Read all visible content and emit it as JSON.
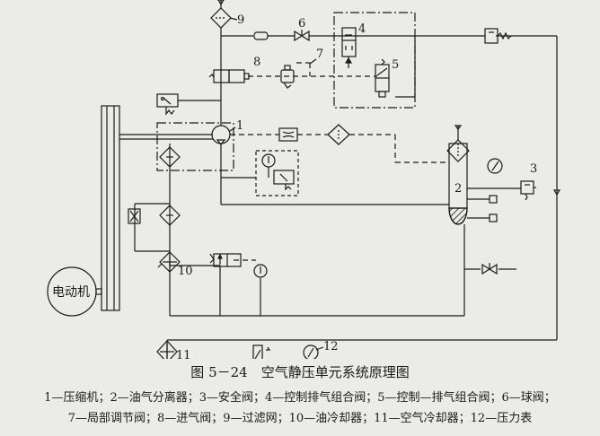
{
  "diagram": {
    "motor_label": "电动机",
    "component_numbers": [
      "1",
      "2",
      "3",
      "4",
      "5",
      "6",
      "7",
      "8",
      "9",
      "10",
      "11",
      "12"
    ]
  },
  "caption": {
    "title": "图 5－24　空气静压单元系统原理图",
    "legend_line1": "1—压缩机；2—油气分离器；3—安全阀；4—控制排气组合阀；5—控制—排气组合阀；6—球阀；",
    "legend_line2": "7—局部调节阀；8—进气阀；9—过滤网；10—油冷却器；11—空气冷却器；12—压力表"
  }
}
